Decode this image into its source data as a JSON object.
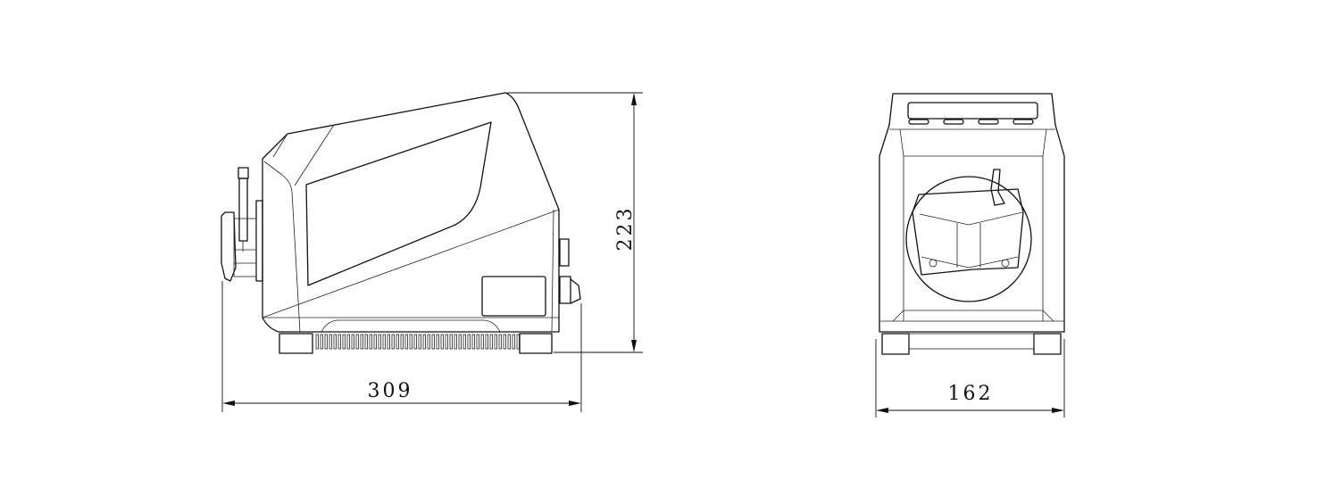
{
  "drawing": {
    "side_view": {
      "width_dimension": "309",
      "height_dimension": "223"
    },
    "front_view": {
      "width_dimension": "162"
    }
  }
}
